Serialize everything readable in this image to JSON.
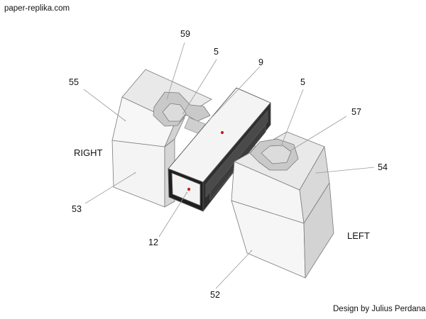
{
  "header": {
    "site": "paper-replika.com"
  },
  "footer": {
    "credit": "Design by Julius Perdana"
  },
  "sides": {
    "right": "RIGHT",
    "left": "LEFT"
  },
  "callouts": {
    "c59": "59",
    "c5a": "5",
    "c9": "9",
    "c55": "55",
    "c5b": "5",
    "c57": "57",
    "c54": "54",
    "c53": "53",
    "c12": "12",
    "c52": "52"
  },
  "colors": {
    "leader": "#999999",
    "accent_dot": "#cc1a1a",
    "dark_face": "#3a3a3a",
    "light_face": "#f3f3f3",
    "mid_face": "#d9d9d9",
    "edge": "#6b6b6b"
  }
}
